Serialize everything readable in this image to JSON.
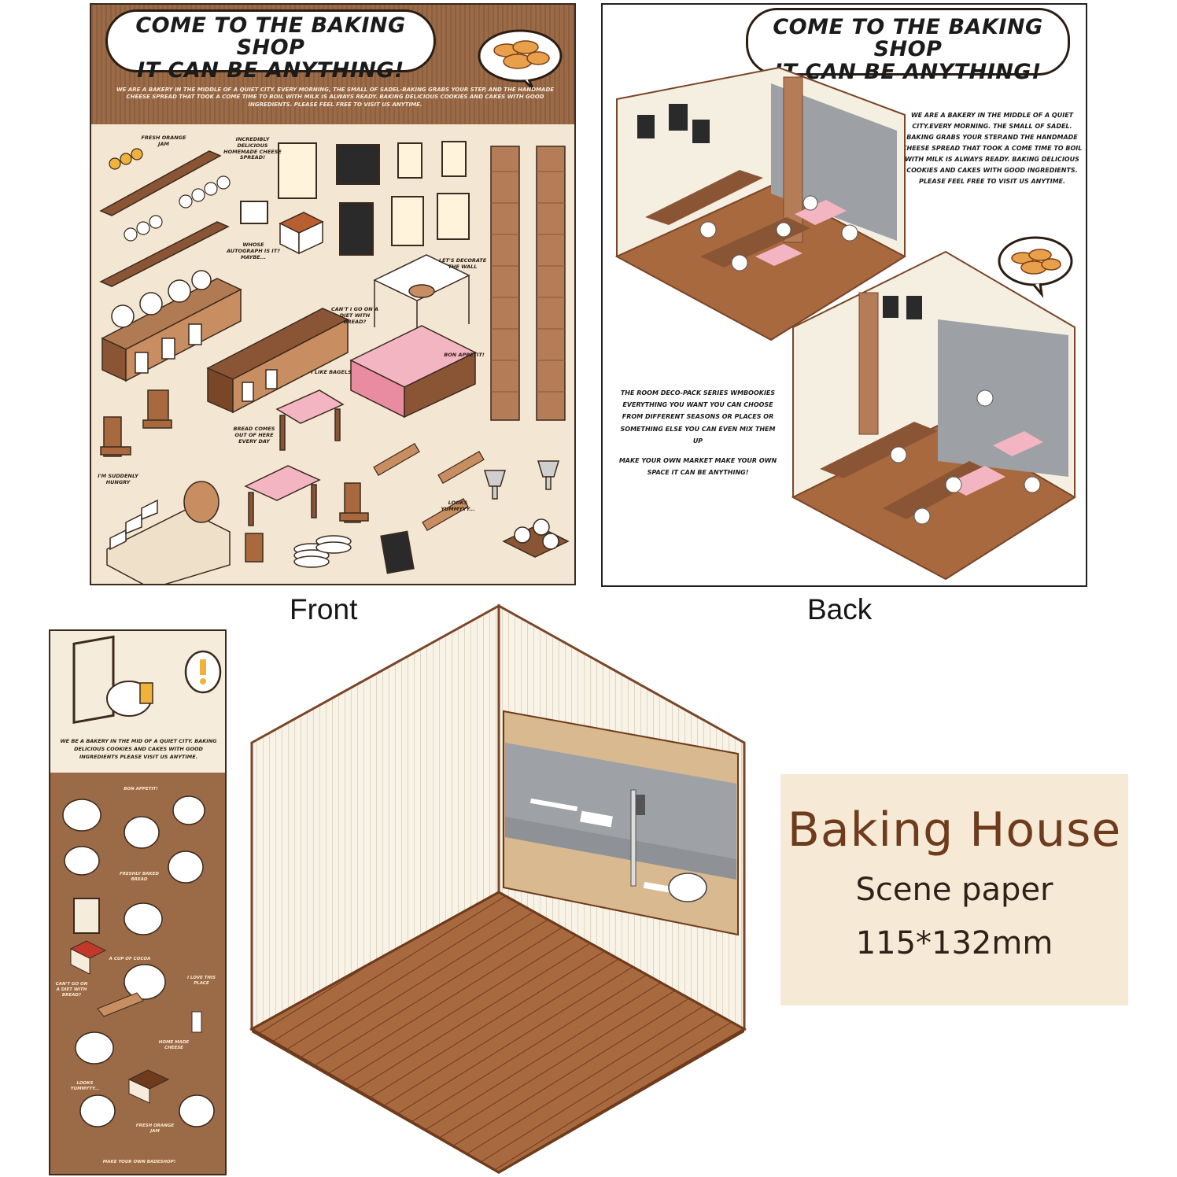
{
  "front": {
    "bubble_line1": "COME TO THE BAKING SHOP",
    "bubble_line2": "IT CAN BE ANYTHING!",
    "intro": "WE ARE A BAKERY IN THE MIDDLE OF A QUIET CITY. EVERY MORNING, THE SMALL OF SADEL-BAKING GRABS YOUR STEP, AND THE HANDMADE CHEESE SPREAD THAT TOOK A COME TIME TO BOIL WITH MILK IS ALWAYS READY. BAKING DELICIOUS COOKIES AND CAKES WITH GOOD INGREDIENTS. PLEASE FEEL FREE TO VISIT US ANYTIME.",
    "labels": {
      "jam": "FRESH ORANGE JAM",
      "cheese": "INCREDIBLY DELICIOUS HOMEMADE CHEESE SPREAD!",
      "autograph": "WHOSE AUTOGRAPH IS IT? MAYBE...",
      "decorate": "LET'S DECORATE THE WALL",
      "diet": "CAN'T I GO ON A DIET WITH BREAD?",
      "bon": "BON APPETIT!",
      "bagels": "I LIKE BAGELS",
      "bread": "BREAD COMES OUT OF HERE EVERY DAY",
      "hungry": "I'M SUDDENLY HUNGRY",
      "yummy": "LOOKS YUMMYYY..."
    },
    "caption": "Front"
  },
  "back": {
    "bubble_line1": "COME TO THE BAKING SHOP",
    "bubble_line2": "IT CAN BE ANYTHING!",
    "intro": "WE ARE A BAKERY IN THE MIDDLE OF A QUIET CITY.EVERY MORNING. THE SMALL OF SADEL. BAKING GRABS YOUR STEP.AND THE HANDMADE CHEESE SPREAD THAT TOOK A COME TIME TO BOIL WITH MILK IS ALWAYS READY. BAKING DELICIOUS COOKIES AND CAKES WITH GOOD INGREDIENTS. PLEASE FEEL FREE TO VISIT US ANYTIME.",
    "series": "THE ROOM DECO-PACK SERIES WMBOOKIES EVERYTHING YOU WANT YOU CAN CHOOSE FROM DIFFERENT SEASONS OR PLACES OR SOMETHING ELSE YOU CAN EVEN MIX THEM UP",
    "series2": "MAKE YOUR OWN MARKET MAKE YOUR OWN SPACE IT CAN BE ANYTHING!",
    "caption": "Back"
  },
  "strip": {
    "intro": "WE BE A BAKERY IN THE MID OF A QUIET CITY. BAKING DELICIOUS COOKIES AND CAKES WITH GOOD INGREDIENTS PLEASE VISIT US ANYTIME.",
    "labels": {
      "bon": "BON APPETIT!",
      "fresh": "FRESHLY BAKED BREAD",
      "cocoa": "A CUP OF COCOA",
      "love": "I LOVE THIS PLACE",
      "diet": "CAN'T GO ON A DIET WITH BREAD?",
      "cheese": "HOME MADE CHEESE",
      "yummy": "LOOKS YUMMYYY...",
      "jam": "FRESH ORANGE JAM",
      "footer": "MAKE YOUR OWN BADESHOP!"
    }
  },
  "product": {
    "title": "Baking House",
    "subtitle": "Scene paper",
    "size": "115*132mm"
  },
  "colors": {
    "brown": "#9b6a47",
    "dark_brown": "#6e3b1c",
    "cream": "#f3e6d3",
    "card": "#f6ead7"
  }
}
